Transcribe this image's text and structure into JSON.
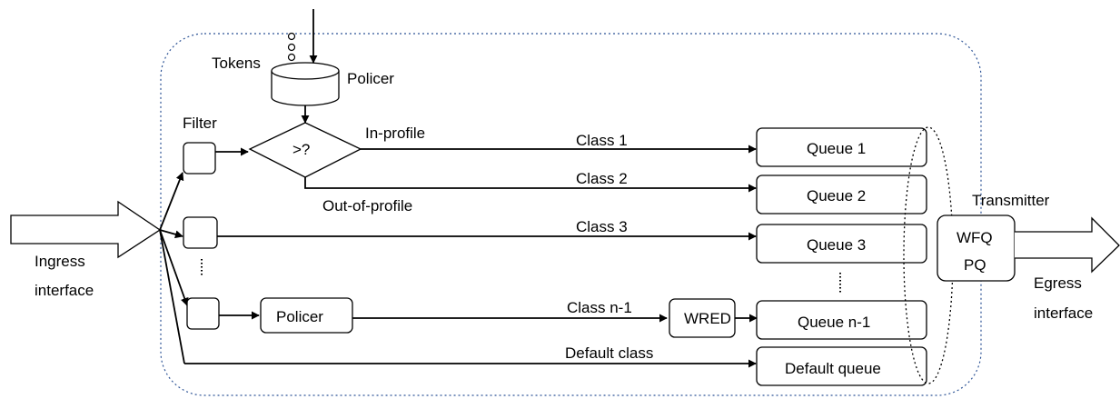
{
  "labels": {
    "tokens": "Tokens",
    "policer_top": "Policer",
    "filter": "Filter",
    "compare": ">?",
    "in_profile": "In-profile",
    "out_of_profile": "Out-of-profile",
    "ingress_line1": "Ingress",
    "ingress_line2": "interface",
    "egress_line1": "Egress",
    "egress_line2": "interface",
    "transmitter": "Transmitter",
    "wfq": "WFQ",
    "pq": "PQ",
    "policer_box": "Policer",
    "wred": "WRED"
  },
  "classes": [
    "Class 1",
    "Class 2",
    "Class 3",
    "Class n-1",
    "Default class"
  ],
  "queues": [
    "Queue 1",
    "Queue 2",
    "Queue 3",
    "Queue n-1",
    "Default queue"
  ]
}
